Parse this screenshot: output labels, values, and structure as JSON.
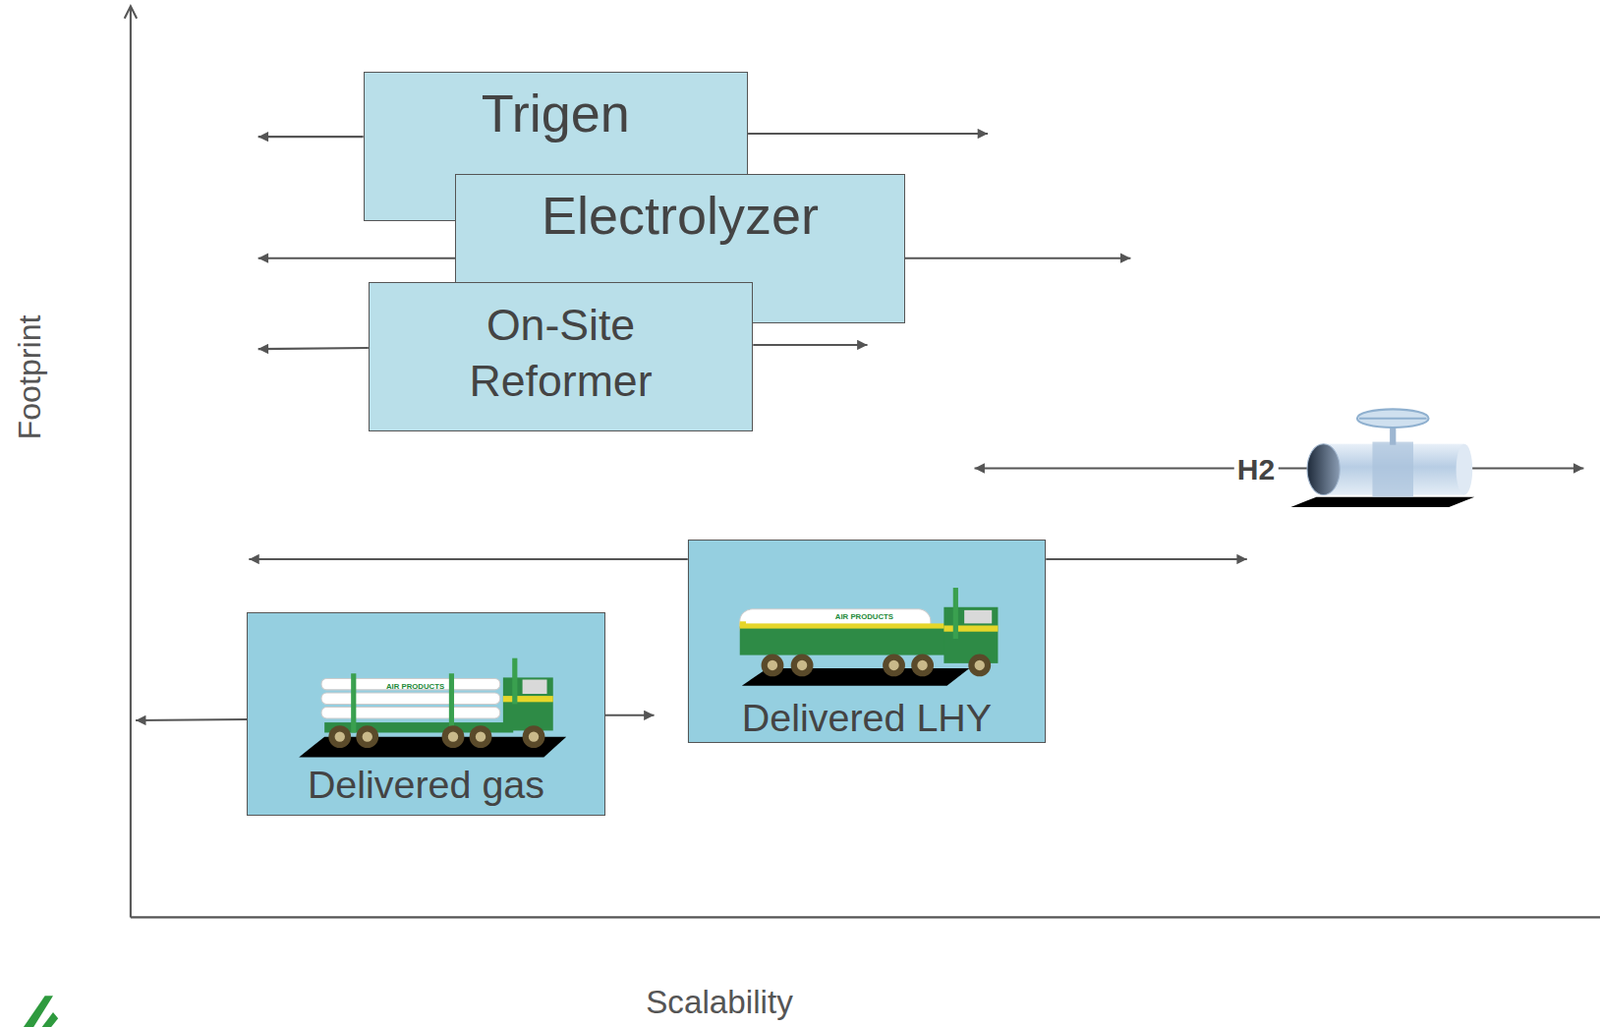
{
  "diagram": {
    "nodes": [
      {
        "text": [
          "Trigen"
        ]
      },
      {
        "text": [
          "Electrolyzer"
        ]
      },
      {
        "text": [
          "On-Site Reformer"
        ]
      },
      {
        "text": [
          "Delivered LHY"
        ]
      },
      {
        "text": [
          "Delivered gas"
        ]
      }
    ],
    "labels": [
      "H2",
      "AIR PRODUCTS",
      "AIR PRODUCTS",
      "Footprint",
      "Scalability"
    ]
  }
}
